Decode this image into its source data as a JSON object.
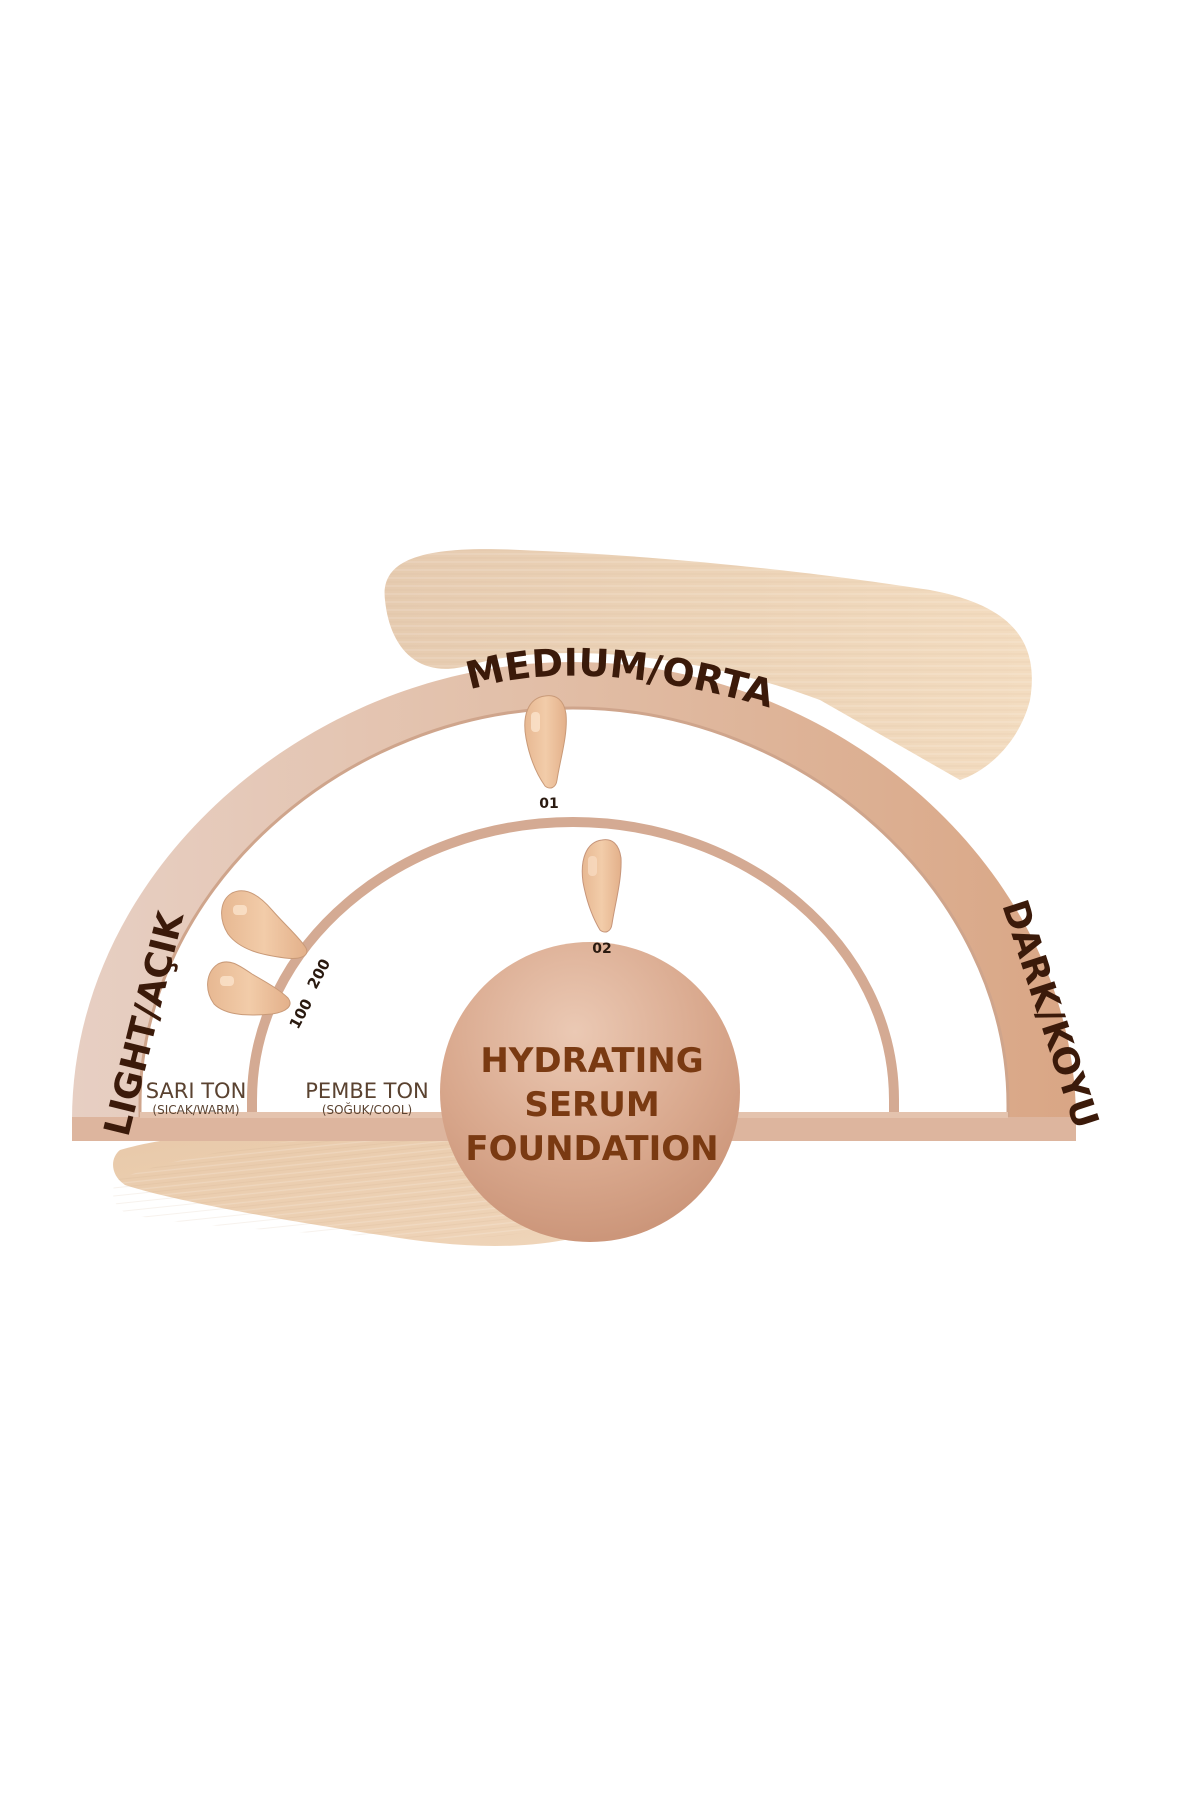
{
  "diagram": {
    "title_lines": [
      "HYDRATING",
      "SERUM",
      "FOUNDATION"
    ],
    "ranges": {
      "light": "LIGHT/AÇIK",
      "medium": "MEDIUM/ORTA",
      "dark": "DARK/KOYU"
    },
    "undertones": [
      {
        "label": "SARI TON",
        "sub": "(SICAK/WARM)"
      },
      {
        "label": "PEMBE TON",
        "sub": "(SOĞUK/COOL)"
      }
    ],
    "shades": [
      {
        "code": "01",
        "tone": "medium",
        "color": "#e8bf9a"
      },
      {
        "code": "02",
        "tone": "medium-cool",
        "color": "#e3b08c"
      },
      {
        "code": "100",
        "tone": "light-warm",
        "color": "#efc7a3"
      },
      {
        "code": "200",
        "tone": "light-warm",
        "color": "#ecc19c"
      }
    ],
    "colors": {
      "outer_band": "#d9b29c",
      "outer_band_light": "#e8cbbb",
      "inner_band": "#d6ad98",
      "circle": "#d9a98f",
      "title_text": "#7a3a12",
      "range_text": "#3b1a0a",
      "undertone_text": "#5a4230",
      "smear": "#ecd3b6"
    }
  }
}
